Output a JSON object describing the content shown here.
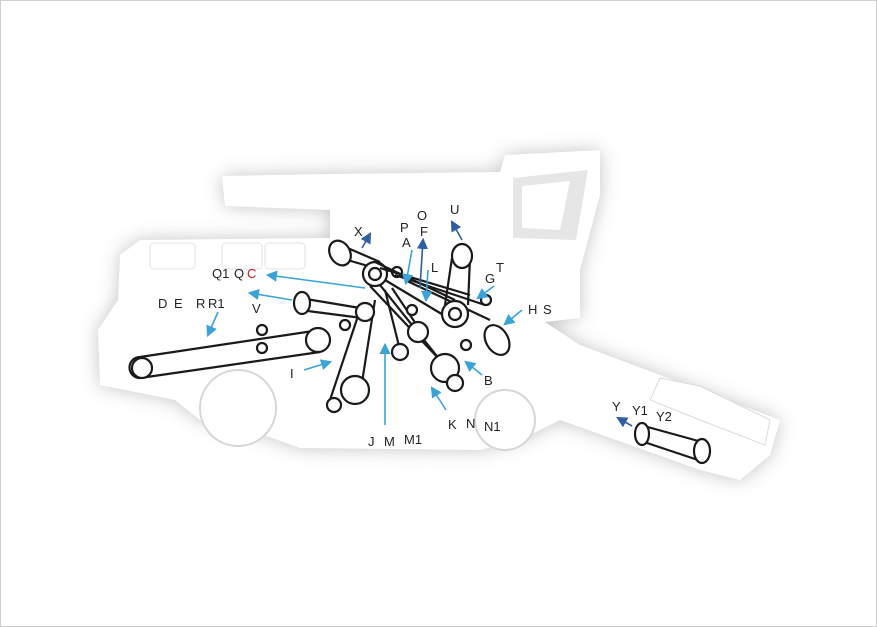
{
  "colors": {
    "silhouette": "#ffffff",
    "shadow": "#bdbdbd",
    "belt": "#1a1a1a",
    "arrow_light": "#3aa3d8",
    "arrow_dark": "#2f5fa0",
    "label": "#222222",
    "label_highlight": "#d2191f"
  },
  "labels": {
    "X": "X",
    "P": "P",
    "A": "A",
    "O": "O",
    "F": "F",
    "U": "U",
    "L": "L",
    "T": "T",
    "G": "G",
    "Q1": "Q1",
    "Q": "Q",
    "C": "C",
    "D": "D",
    "E": "E",
    "R": "R",
    "R1": "R1",
    "V": "V",
    "H": "H",
    "S": "S",
    "I": "I",
    "B": "B",
    "K": "K",
    "N": "N",
    "N1": "N1",
    "J": "J",
    "M": "M",
    "M1": "M1",
    "Y": "Y",
    "Y1": "Y1",
    "Y2": "Y2"
  }
}
